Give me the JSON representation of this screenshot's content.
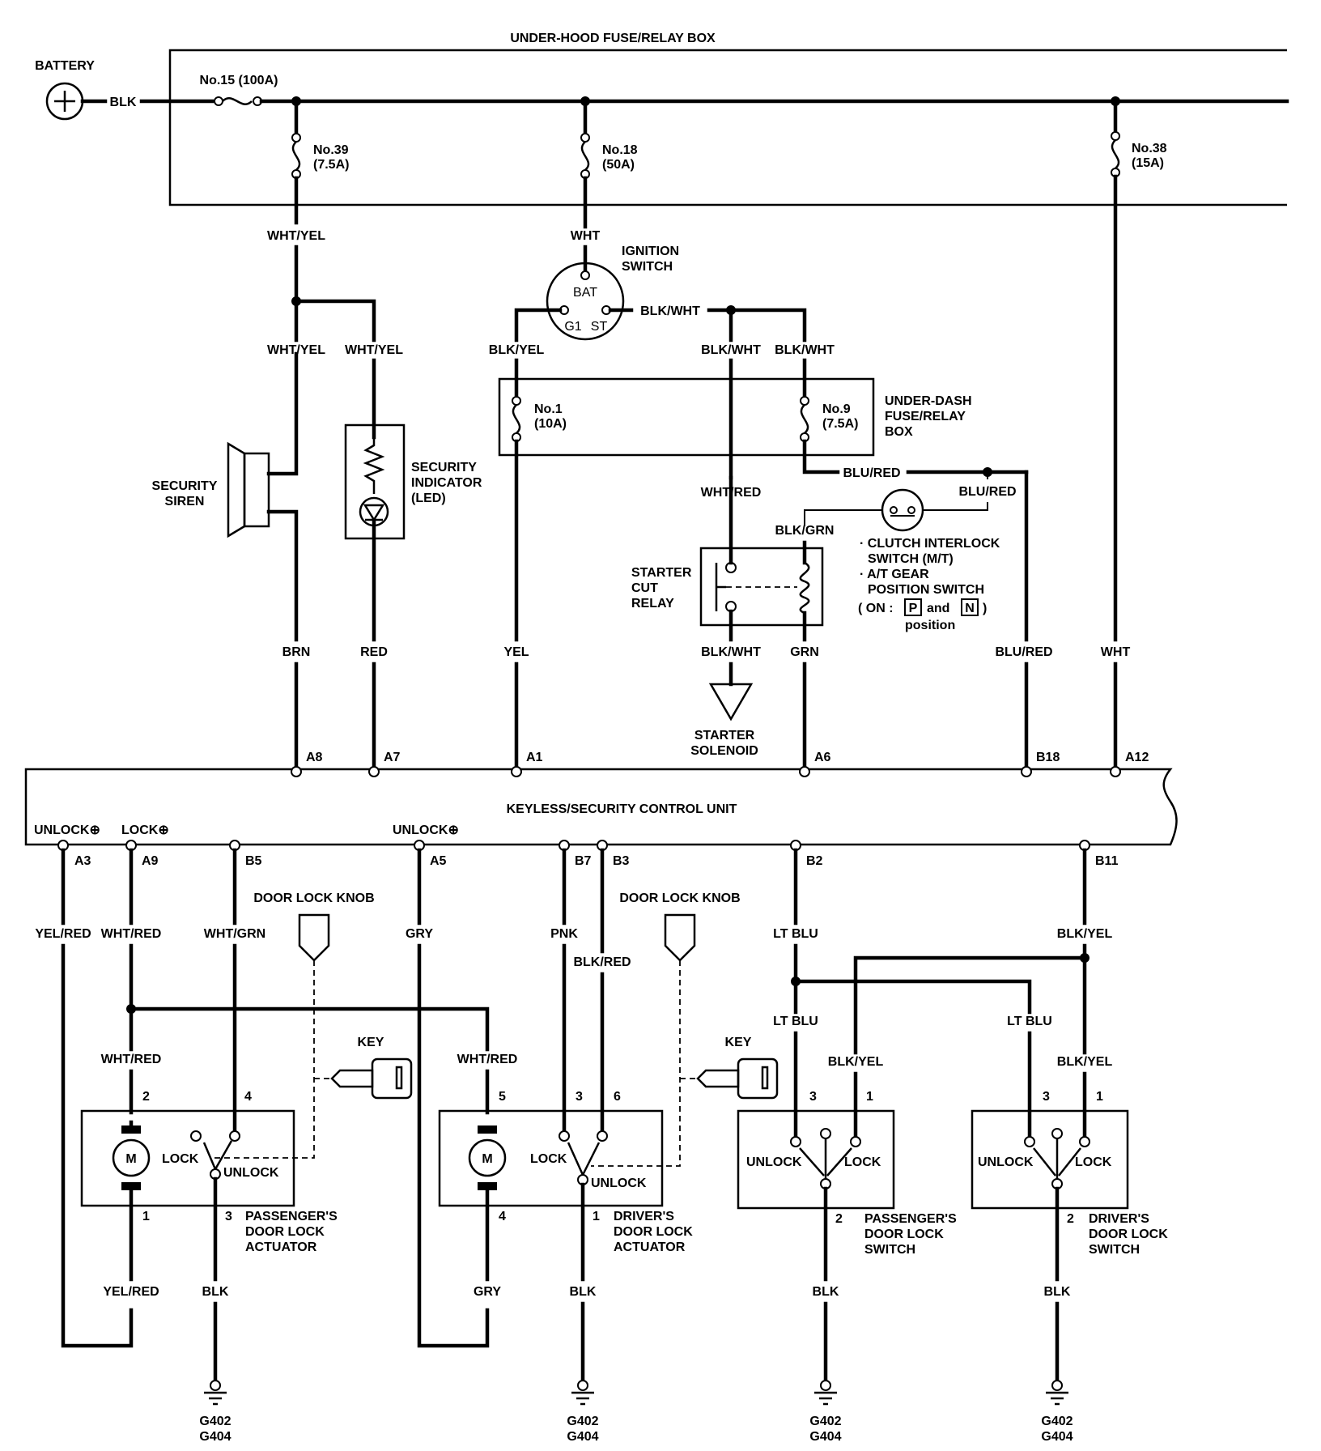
{
  "titles": {
    "underhood_box": "UNDER-HOOD FUSE/RELAY BOX",
    "battery": "BATTERY",
    "control_unit": "KEYLESS/SECURITY CONTROL UNIT",
    "underdash_box_l1": "UNDER-DASH",
    "underdash_box_l2": "FUSE/RELAY",
    "underdash_box_l3": "BOX"
  },
  "fuses": {
    "f15": {
      "no": "No.15 (100A)"
    },
    "f39": {
      "no": "No.39",
      "amp": "(7.5A)"
    },
    "f18": {
      "no": "No.18",
      "amp": "(50A)"
    },
    "f38": {
      "no": "No.38",
      "amp": "(15A)"
    },
    "f1": {
      "no": "No.1",
      "amp": "(10A)"
    },
    "f9": {
      "no": "No.9",
      "amp": "(7.5A)"
    }
  },
  "components": {
    "ignition_l1": "IGNITION",
    "ignition_l2": "SWITCH",
    "ign_bat": "BAT",
    "ign_g1": "G1",
    "ign_st": "ST",
    "siren_l1": "SECURITY",
    "siren_l2": "SIREN",
    "led_l1": "SECURITY",
    "led_l2": "INDICATOR",
    "led_l3": "(LED)",
    "relay_l1": "STARTER",
    "relay_l2": "CUT",
    "relay_l3": "RELAY",
    "solenoid_l1": "STARTER",
    "solenoid_l2": "SOLENOID",
    "clutch_l1": "· CLUTCH INTERLOCK",
    "clutch_l2": "SWITCH (M/T)",
    "clutch_l3": "· A/T GEAR",
    "clutch_l4": "POSITION SWITCH",
    "clutch_l5_pre": "( ON :",
    "clutch_l5_p": "P",
    "clutch_l5_and": "and",
    "clutch_l5_n": "N",
    "clutch_l5_post": ")",
    "clutch_l6": "position",
    "knob1": "DOOR LOCK KNOB",
    "knob2": "DOOR LOCK KNOB",
    "key1": "KEY",
    "key2": "KEY",
    "motor": "M",
    "pass_act_l1": "PASSENGER'S",
    "pass_act_l2": "DOOR LOCK",
    "pass_act_l3": "ACTUATOR",
    "drv_act_l1": "DRIVER'S",
    "drv_act_l2": "DOOR LOCK",
    "drv_act_l3": "ACTUATOR",
    "pass_sw_l1": "PASSENGER'S",
    "pass_sw_l2": "DOOR LOCK",
    "pass_sw_l3": "SWITCH",
    "drv_sw_l1": "DRIVER'S",
    "drv_sw_l2": "DOOR LOCK",
    "drv_sw_l3": "SWITCH",
    "lock": "LOCK",
    "unlock": "UNLOCK",
    "unlock_plus": "UNLOCK⊕",
    "lock_plus": "LOCK⊕"
  },
  "wires": {
    "blk": "BLK",
    "wht_yel": "WHT/YEL",
    "wht": "WHT",
    "blk_wht": "BLK/WHT",
    "blk_yel": "BLK/YEL",
    "wht_red": "WHT/RED",
    "blu_red": "BLU/RED",
    "blk_grn": "BLK/GRN",
    "brn": "BRN",
    "red": "RED",
    "yel": "YEL",
    "grn": "GRN",
    "yel_red": "YEL/RED",
    "wht_grn": "WHT/GRN",
    "gry": "GRY",
    "pnk": "PNK",
    "blk_red": "BLK/RED",
    "lt_blu": "LT BLU"
  },
  "terminals": {
    "a8": "A8",
    "a7": "A7",
    "a1": "A1",
    "a6": "A6",
    "b18": "B18",
    "a12": "A12",
    "a3": "A3",
    "a9": "A9",
    "b5": "B5",
    "a5": "A5",
    "b7": "B7",
    "b3": "B3",
    "b2": "B2",
    "b11": "B11"
  },
  "pins": {
    "p1": "1",
    "p2": "2",
    "p3": "3",
    "p4": "4",
    "p5": "5",
    "p6": "6"
  },
  "grounds": {
    "g402": "G402",
    "g404": "G404"
  }
}
